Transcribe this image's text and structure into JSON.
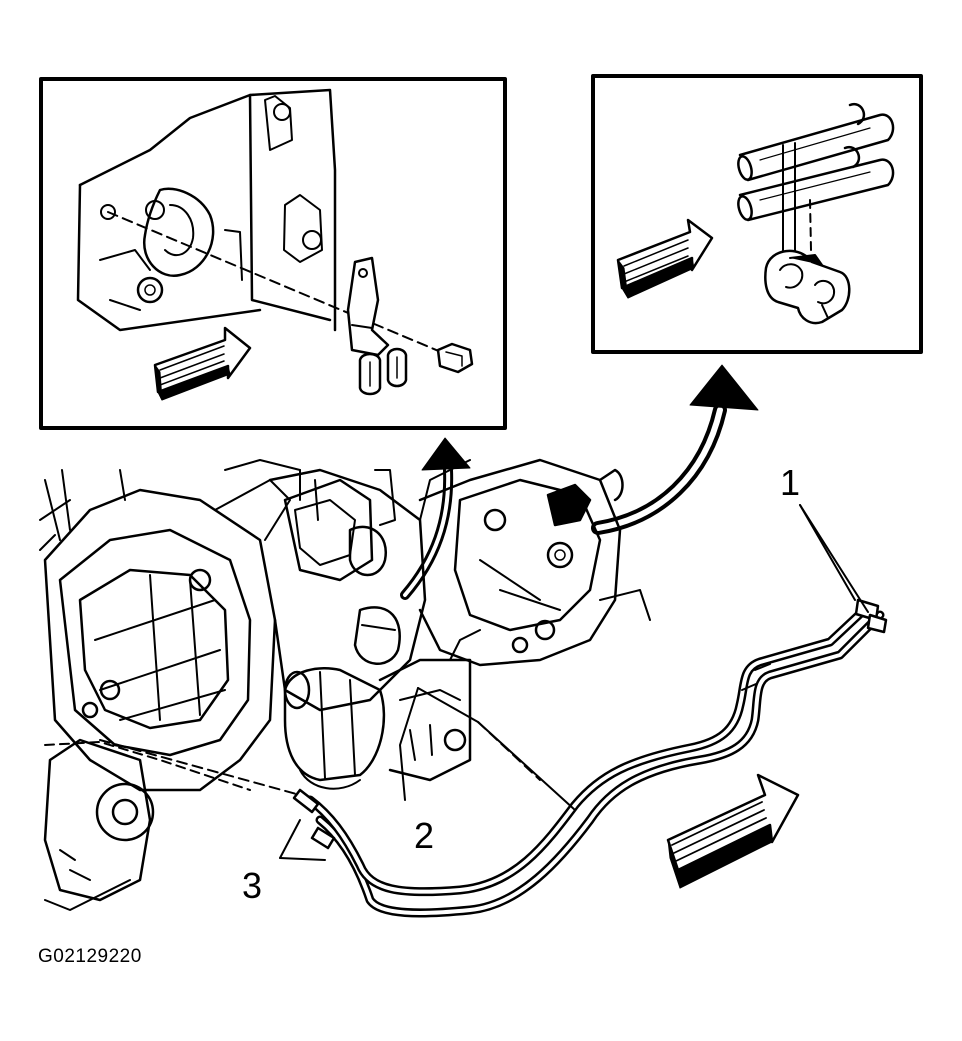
{
  "figure": {
    "code": "G02129220",
    "callouts": [
      {
        "id": "1",
        "label": "1"
      },
      {
        "id": "2",
        "label": "2"
      },
      {
        "id": "3",
        "label": "3"
      }
    ],
    "insets": [
      {
        "name": "bracket-bolt-detail"
      },
      {
        "name": "pipe-clip-detail"
      }
    ],
    "colors": {
      "ink": "#000000",
      "paper": "#ffffff"
    }
  }
}
